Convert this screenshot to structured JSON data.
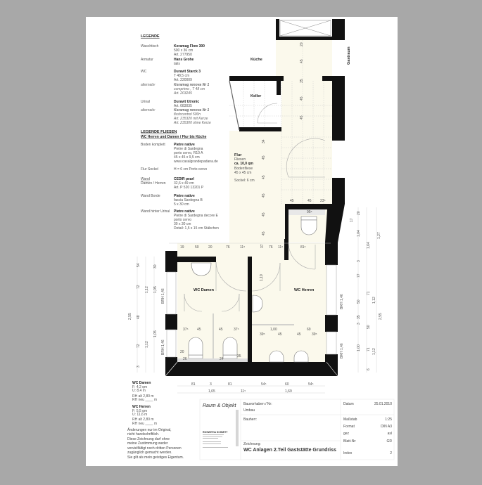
{
  "legend": {
    "title": "LEGENDE",
    "rows": [
      {
        "label": "Waschtisch",
        "lines": [
          "Keramag Flow 300",
          "500 x 36 cm",
          "Art. 277950"
        ]
      },
      {
        "label": "Armatur",
        "lines": [
          "Hans Grohe",
          "talis"
        ]
      },
      {
        "label": "WC",
        "lines": [
          "Duravit Starck 3",
          "T 48,5 cm",
          "Art. 220009"
        ]
      },
      {
        "label": "alternativ",
        "lines": [
          "Keramag renova Nr 1",
          "comprimo , T 48 cm",
          "Art. 203245"
        ]
      },
      {
        "label": "Urinal",
        "lines": [
          "Duravit Utronic",
          "Art. 083035"
        ]
      },
      {
        "label": "alternativ",
        "lines": [
          "Keramag renova Nr 1",
          "flushcontrol 500n",
          "Art. 235320 mit Kerze",
          "Art. 235300 ohne Kerze"
        ]
      }
    ]
  },
  "tiles": {
    "title": "LEGENDE FLIESEN",
    "subtitle": "WC Herren und Damen / Flur bis Küche",
    "rows": [
      {
        "label": "Boden komplett",
        "lines": [
          "Pietre native",
          "Pietre di Sardegna",
          "porto cervo, R10 A",
          "45 x 45 x 9,5 cm",
          "www.casalgrandepadana.de"
        ]
      },
      {
        "label": "Flur Sockel",
        "lines": [
          "H = 6 cm Porto cervo"
        ]
      },
      {
        "label": "Wand",
        "label2": "Damen / Herren",
        "lines": [
          "CEDIR pearl",
          "32,6 x 49 cm",
          "Art. P 520 13201 P"
        ]
      },
      {
        "label": "Wand Borde",
        "lines": [
          "Pietre native",
          "fascia Sardegna B",
          "5 x 30 cm"
        ]
      },
      {
        "label": "Wand hinter Urinal",
        "lines": [
          "Pietre native",
          "Pietre di Sardegna decore E",
          "porto cervo",
          "30 x 30 cm",
          "Detail: 1,5 x 15 cm Stäbchen"
        ]
      }
    ]
  },
  "rooms": {
    "kueche": "Küche",
    "gastraum": "Gastraum",
    "keller": "Keller",
    "flur": {
      "name": "Flur",
      "lines": [
        "Fliesen",
        "ca. 10,0 qm",
        "Bodenfliese",
        "45 x 45 cm",
        "Sockel: 6 cm"
      ]
    },
    "damen": "WC Damen",
    "herren": "WC Herren"
  },
  "dims": {
    "top_row": [
      "19",
      "50",
      "20",
      "76",
      "11⁵",
      "37",
      "76",
      "11⁵",
      "81⁵"
    ],
    "flur_bottom": [
      "45",
      "45",
      "23⁵",
      "95⁵"
    ],
    "grid": [
      "20",
      "45",
      "35",
      "45",
      "45",
      "34",
      "45",
      "45",
      "45",
      "45",
      "45"
    ],
    "door": "1,19",
    "damen": [
      "37⁵",
      "45",
      "45",
      "37⁵",
      "20",
      "35",
      "26",
      "24"
    ],
    "herren": [
      "1,00",
      "69",
      "39⁵",
      "45",
      "45",
      "39⁵"
    ],
    "bottom1": [
      "81",
      "3",
      "81",
      "54⁵",
      "60",
      "54⁵"
    ],
    "bottom2": [
      "1,65",
      "11⁵",
      "1,69"
    ],
    "left": [
      "54",
      "72",
      "48",
      "72",
      "3",
      "30",
      "1,12",
      "1,05",
      "1,12",
      "1,05",
      "2,55"
    ],
    "left_brh": [
      "BRH 1,46",
      "BRH 1,46"
    ],
    "right": [
      "20",
      "17",
      "1,04",
      "1,64",
      "1,27",
      "3",
      "77",
      "50",
      "71",
      "1,12",
      "2,55",
      "3",
      "35",
      "50",
      "1,00",
      "71",
      "1,12",
      "6"
    ],
    "right_brh": [
      "BRH 1,46",
      "BRH 1,46"
    ]
  },
  "areas": {
    "damen": {
      "title": "WC Damen",
      "lines": [
        "F: 4,2 qm",
        "U: 8,4 m",
        "RH alt   2,80 m",
        "RH neu  ____ m"
      ]
    },
    "herren": {
      "title": "WC Herren",
      "lines": [
        "F: 5,5 qm",
        "U: 11,6 m",
        "RH alt   2,80 m",
        "RH neu  ____ m"
      ]
    },
    "notes": [
      "Änderungen nur im Original,",
      "nicht handschriftlich.",
      "Diese Zeichnung darf ohne",
      "meine Zustimmung weder",
      "vervielfältigt noch dritten Personen",
      "zugänglich gemacht werden.",
      "Sie gilt als mein geistiges Eigentum."
    ]
  },
  "titleblock": {
    "brand": "Raum & Objekt",
    "designer": "ROSWITHA SCHMITT",
    "project_label": "Bauvorhaben / Nr:",
    "project": "Umbau",
    "client_label": "Bauherr:",
    "drawing_label": "Zeichnung:",
    "drawing": "WC Anlagen 2.Teil Gaststätte Grundriss",
    "fields": [
      {
        "label": "Datum",
        "value": "25.01.2010"
      },
      {
        "label": "Maßstab",
        "value": "1:25"
      },
      {
        "label": "Format",
        "value": "DIN A3"
      },
      {
        "label": "gez",
        "value": "asl"
      },
      {
        "label": "Blatt-Nr:",
        "value": "GR"
      },
      {
        "label": "Index",
        "value": "2"
      }
    ]
  }
}
